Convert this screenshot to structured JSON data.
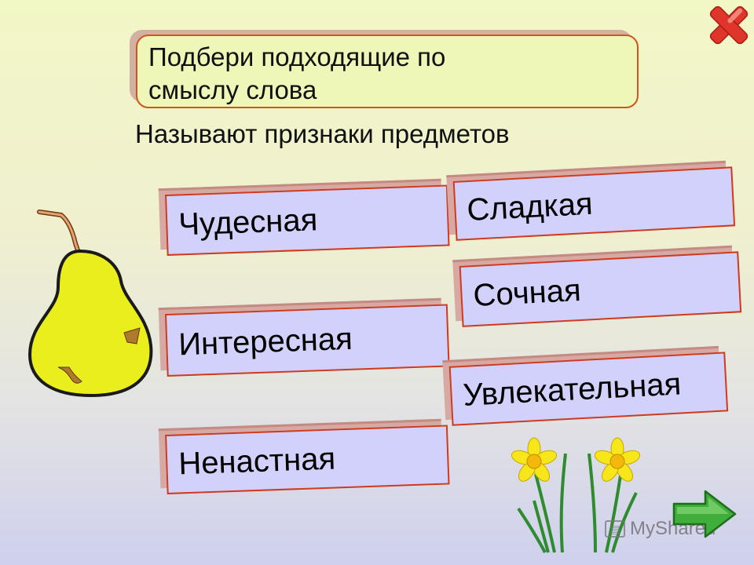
{
  "instruction": {
    "line1": "Подбери подходящие по",
    "line2": "смыслу слова"
  },
  "subtitle": "Называют признаки предметов",
  "word_cards": [
    {
      "label": "Чудесная"
    },
    {
      "label": "Сладкая"
    },
    {
      "label": "Сочная"
    },
    {
      "label": "Интересная"
    },
    {
      "label": "Увлекательная"
    },
    {
      "label": "Ненастная"
    }
  ],
  "watermark": {
    "text": "MyShared"
  },
  "colors": {
    "card_fill": "#d2d1fb",
    "card_border": "#cf3b1c",
    "title_fill": "#eef7b8",
    "close_red": "#e0352b",
    "next_green": "#3fae3a",
    "pear_yellow": "#e9ee1c"
  },
  "icons": {
    "close": "close-x-icon",
    "next": "next-arrow-icon",
    "pear": "pear-illustration",
    "flowers": "daffodil-illustration"
  }
}
